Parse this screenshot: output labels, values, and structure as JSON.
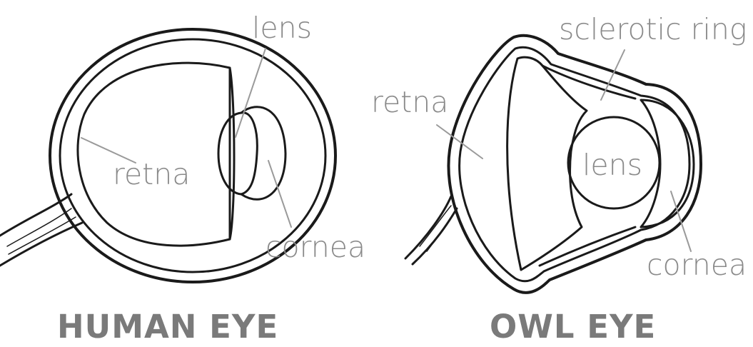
{
  "colors": {
    "ink": "#1a1a1a",
    "label": "#8a8a8a",
    "title": "#7a7a7a",
    "fill": "#e6e6e6",
    "leader": "#9a9a9a"
  },
  "human_eye": {
    "title": "HUMAN EYE",
    "labels": {
      "lens": "lens",
      "retina": "retna",
      "cornea": "cornea"
    }
  },
  "owl_eye": {
    "title": "OWL EYE",
    "labels": {
      "sclerotic_ring": "sclerotic ring",
      "retina": "retna",
      "lens": "lens",
      "cornea": "cornea"
    }
  }
}
